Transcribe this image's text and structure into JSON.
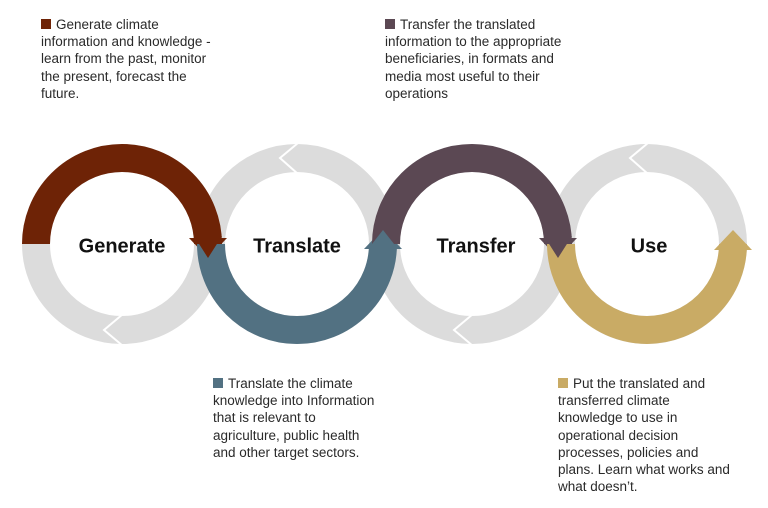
{
  "stages": [
    {
      "label": "Generate",
      "color": "#6e2306",
      "description": "Generate climate information and knowledge - learn from the past, monitor the present, forecast the future."
    },
    {
      "label": "Translate",
      "color": "#527182",
      "description": "Translate the climate knowledge into Information that is relevant to agriculture, public health and other target sectors."
    },
    {
      "label": "Transfer",
      "color": "#5b4853",
      "description": "Transfer the translated information to the appropriate beneficiaries, in formats and media most useful to their operations"
    },
    {
      "label": "Use",
      "color": "#c9ab65",
      "description": "Put the translated and transferred climate knowledge to use in operational decision processes, policies and plans. Learn what works and what doesn’t."
    }
  ],
  "ring_color": "#dcdcdc"
}
